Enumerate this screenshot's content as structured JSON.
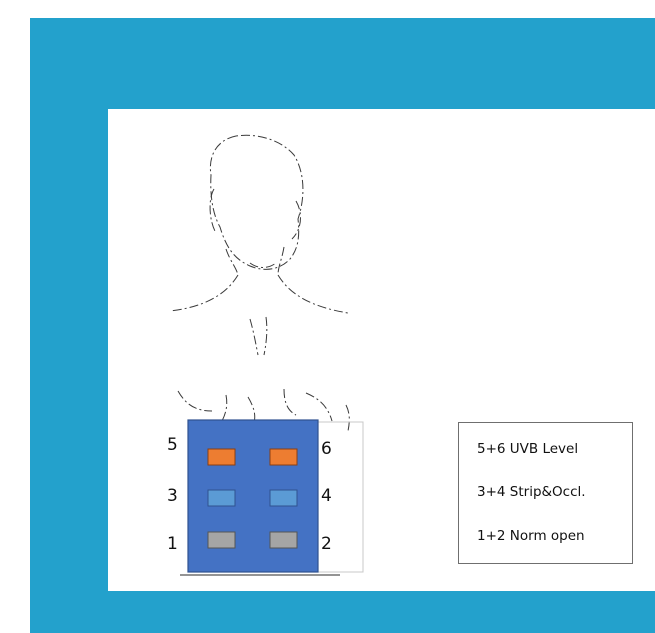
{
  "diagram": {
    "site_numbers": {
      "n5": "5",
      "n6": "6",
      "n3": "3",
      "n4": "4",
      "n1": "1",
      "n2": "2"
    },
    "legend": [
      "5+6 UVB Level",
      "3+4 Strip&Occl.",
      "1+2 Norm open"
    ],
    "colors": {
      "frame": "#23a1cc",
      "test_panel": "#4472c4",
      "uvb_sites": "#ed7d31",
      "strip_occl_sites": "#5b9bd5",
      "norm_open_sites": "#a5a5a5"
    }
  }
}
